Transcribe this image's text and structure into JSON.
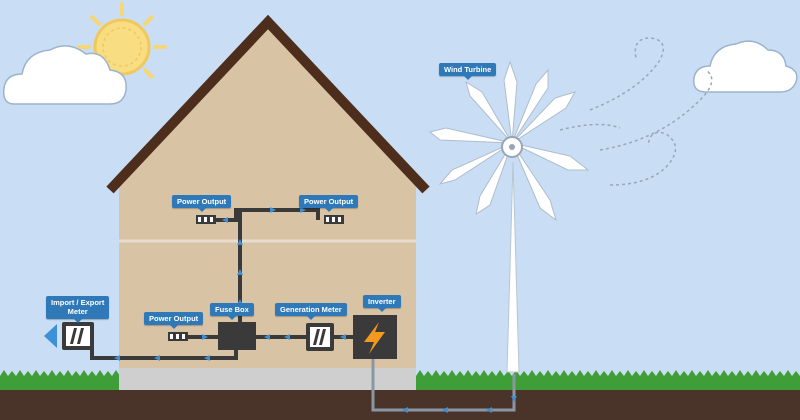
{
  "labels": {
    "wind_turbine": "Wind Turbine",
    "power_output_left": "Power Output",
    "power_output_right": "Power Output",
    "power_output_lower": "Power Output",
    "fuse_box": "Fuse Box",
    "generation_meter": "Generation Meter",
    "inverter": "Inverter",
    "import_export_meter_line1": "Import / Export",
    "import_export_meter_line2": "Meter"
  },
  "colors": {
    "sky": "#c9def5",
    "house_wall": "#d9c3a5",
    "roof": "#4d2d1c",
    "grass": "#3f9e38",
    "soil": "#4a3429",
    "foundation": "#cfcfcf",
    "wire": "#3a3a3a",
    "wire_flow": "#3d8fd6",
    "callout": "#2f79b9",
    "sun": "#f6d773",
    "inverter_bolt": "#f29a1f"
  },
  "icons": [
    "sun-icon",
    "cloud-icon",
    "wind-swirl-icon",
    "lightning-bolt-icon",
    "meter-icon",
    "fuse-box-icon",
    "power-socket-icon",
    "export-arrow-icon"
  ]
}
